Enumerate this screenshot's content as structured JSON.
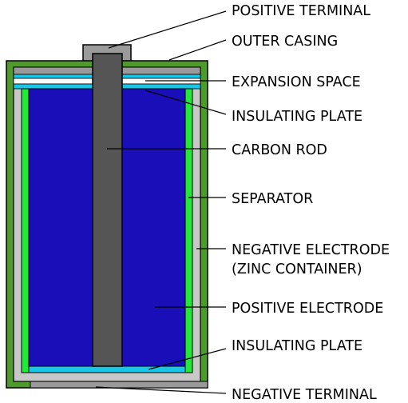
{
  "labels": {
    "positive_terminal": "POSITIVE TERMINAL",
    "outer_casing": "OUTER CASING",
    "expansion_space": "EXPANSION SPACE",
    "insulating_plate_top": "INSULATING PLATE",
    "carbon_rod": "CARBON ROD",
    "separator": "SEPARATOR",
    "negative_electrode_line1": "NEGATIVE ELECTRODE",
    "negative_electrode_line2": "(ZINC CONTAINER)",
    "positive_electrode": "POSITIVE ELECTRODE",
    "insulating_plate_bottom": "INSULATING PLATE",
    "negative_terminal": "NEGATIVE TERMINAL"
  },
  "colors": {
    "outer_casing": "#4e9a2a",
    "zinc_container": "#c8c8c8",
    "separator": "#22e83a",
    "positive_electrode": "#1a0eb8",
    "carbon_rod": "#555555",
    "insulating_plate": "#18c6e6",
    "expansion_space": "#ffffff",
    "terminal": "#9a9a9a"
  }
}
